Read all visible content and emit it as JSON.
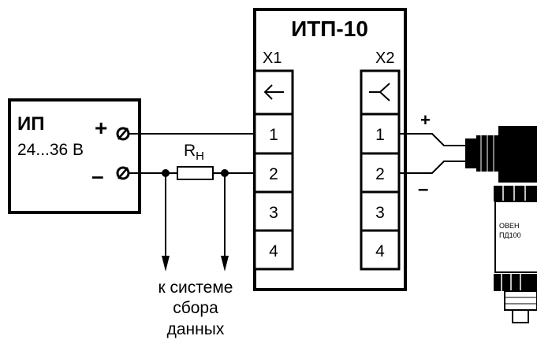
{
  "power_supply": {
    "title": "ИП",
    "voltage": "24...36 В",
    "plus": "+",
    "minus": "–"
  },
  "converter": {
    "title": "ИТП-10",
    "x1_label": "X1",
    "x2_label": "X2",
    "x1_terminals": [
      "1",
      "2",
      "3",
      "4"
    ],
    "x2_terminals": [
      "1",
      "2",
      "3",
      "4"
    ]
  },
  "resistor": {
    "label": "R",
    "subscript": "H"
  },
  "sensor": {
    "plus": "+",
    "minus": "–",
    "brand": "ОВЕН",
    "model": "ПД100"
  },
  "data_system_note": [
    "к системе",
    "сбора",
    "данных"
  ]
}
